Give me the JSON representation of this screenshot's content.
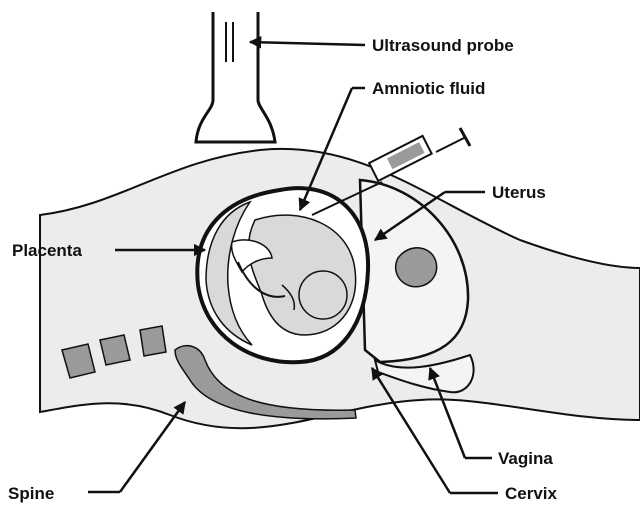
{
  "labels": {
    "ultrasound_probe": "Ultrasound probe",
    "amniotic_fluid": "Amniotic fluid",
    "uterus": "Uterus",
    "placenta": "Placenta",
    "vagina": "Vagina",
    "cervix": "Cervix",
    "spine": "Spine"
  },
  "colors": {
    "outline": "#111111",
    "body_fill": "#ececec",
    "organ_fill": "#f4f4f4",
    "fetus_fill": "#d9d9d9",
    "bone_fill": "#9a9a9a",
    "background": "#ffffff"
  }
}
